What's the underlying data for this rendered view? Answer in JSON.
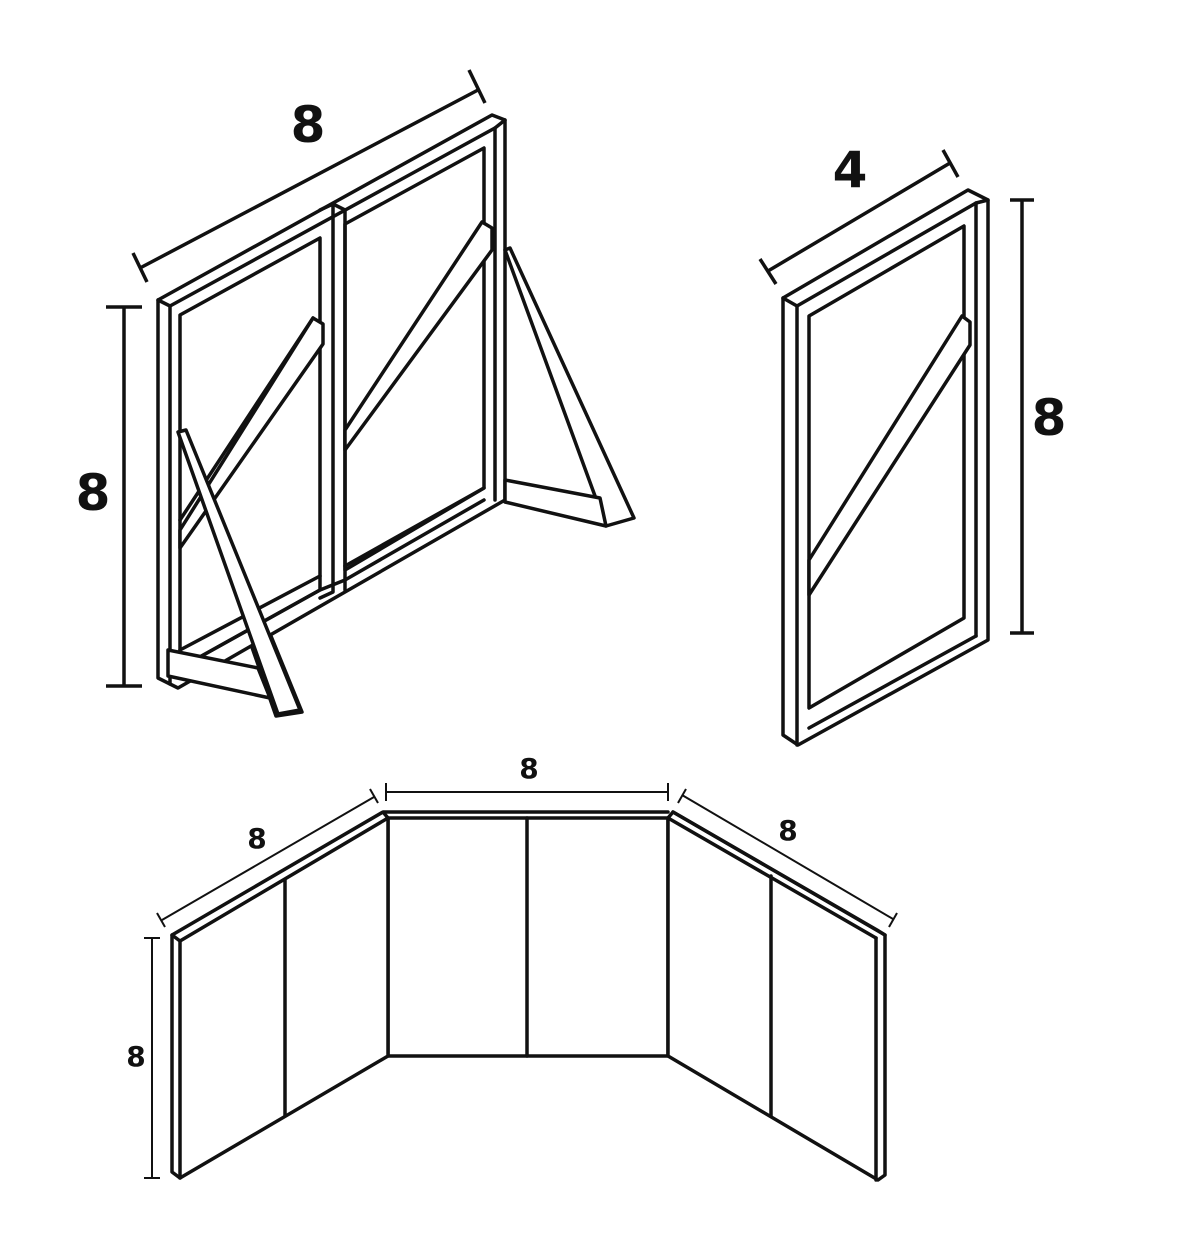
{
  "diagram": {
    "double_panel": {
      "width_label": "8",
      "height_label": "8"
    },
    "single_panel": {
      "width_label": "4",
      "height_label": "8"
    },
    "booth_walls": {
      "left_width_label": "8",
      "center_width_label": "8",
      "right_width_label": "8",
      "height_label": "8"
    }
  }
}
